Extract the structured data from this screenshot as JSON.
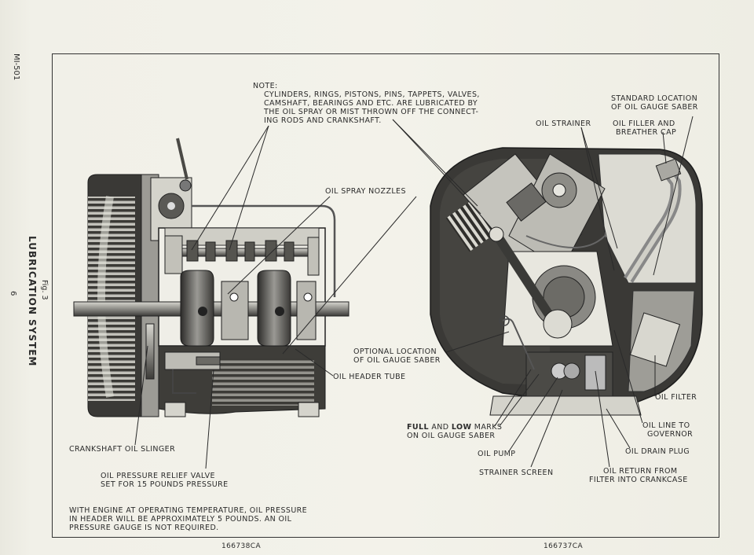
{
  "side": {
    "page_code": "MI-501",
    "figure": "Fig. 3",
    "title": "LUBRICATION SYSTEM",
    "page_number": "6"
  },
  "note": {
    "line1": "NOTE:",
    "line2": "CYLINDERS, RINGS, PISTONS, PINS, TAPPETS, VALVES,",
    "line3": "CAMSHAFT, BEARINGS AND ETC. ARE LUBRICATED BY",
    "line4": "THE OIL SPRAY OR MIST THROWN OFF THE CONNECT-",
    "line5": "ING RODS AND CRANKSHAFT."
  },
  "labels": {
    "oil_spray_nozzles": "OIL SPRAY NOZZLES",
    "oil_strainer": "OIL STRAINER",
    "std_loc_1": "STANDARD LOCATION",
    "std_loc_2": "OF OIL GAUGE SABER",
    "filler_1": "OIL FILLER AND",
    "filler_2": "BREATHER CAP",
    "optional_1": "OPTIONAL LOCATION",
    "optional_2": "OF OIL GAUGE SABER",
    "oil_header_tube": "OIL HEADER TUBE",
    "oil_filter": "OIL FILTER",
    "full_low_bold1": "FULL",
    "full_low_and": " AND ",
    "full_low_bold2": "LOW",
    "full_low_marks": " MARKS",
    "full_low_2": "ON OIL GAUGE SABER",
    "oil_line_1": "OIL LINE TO",
    "oil_line_2": "GOVERNOR",
    "crank_slinger": "CRANKSHAFT OIL SLINGER",
    "oil_pump": "OIL PUMP",
    "oil_drain_plug": "OIL DRAIN PLUG",
    "relief_1": "OIL PRESSURE RELIEF VALVE",
    "relief_2": "SET FOR 15 POUNDS PRESSURE",
    "strainer_screen": "STRAINER SCREEN",
    "return_1": "OIL RETURN FROM",
    "return_2": "FILTER INTO CRANKCASE"
  },
  "footnote": {
    "line1": "WITH ENGINE AT OPERATING TEMPERATURE, OIL PRESSURE",
    "line2": "IN HEADER WILL BE APPROXIMATELY 5 POUNDS.  AN OIL",
    "line3": "PRESSURE GAUGE IS NOT REQUIRED."
  },
  "figure_codes": {
    "left": "166738CA",
    "right": "166737CA"
  }
}
